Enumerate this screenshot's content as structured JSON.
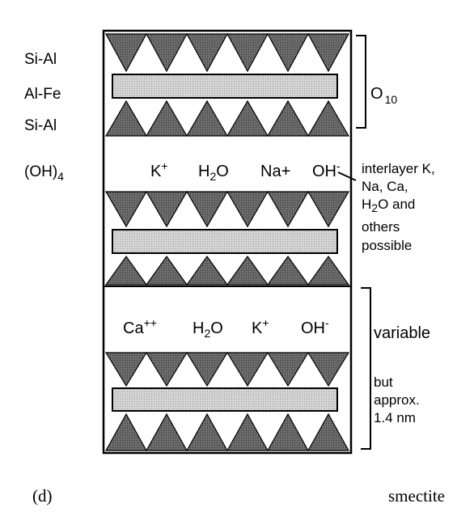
{
  "labels": {
    "si_al_top": "Si-Al",
    "al_fe": "Al-Fe",
    "si_al_bottom": "Si-Al",
    "oh": "(OH)",
    "oh_sub": "4",
    "o": "O",
    "o_sub": "10"
  },
  "interlayer_1": {
    "ions": [
      "K+",
      "H2O",
      "Na+",
      "OH-"
    ],
    "note": [
      "interlayer K,",
      "Na, Ca,",
      "H2O and",
      "others",
      "possible"
    ]
  },
  "interlayer_2": {
    "ions": [
      "Ca++",
      "H2O",
      "K+",
      "OH-"
    ],
    "note": [
      "variable",
      "but",
      "approx.",
      "1.4 nm"
    ]
  },
  "caption": {
    "panel": "(d)",
    "mineral": "smectite"
  },
  "colors": {
    "tetrahedron_fill": "#6e6e6e",
    "octahedral_sheet_fill": "#cfcfcf",
    "stroke": "#000000",
    "background": "#ffffff"
  }
}
